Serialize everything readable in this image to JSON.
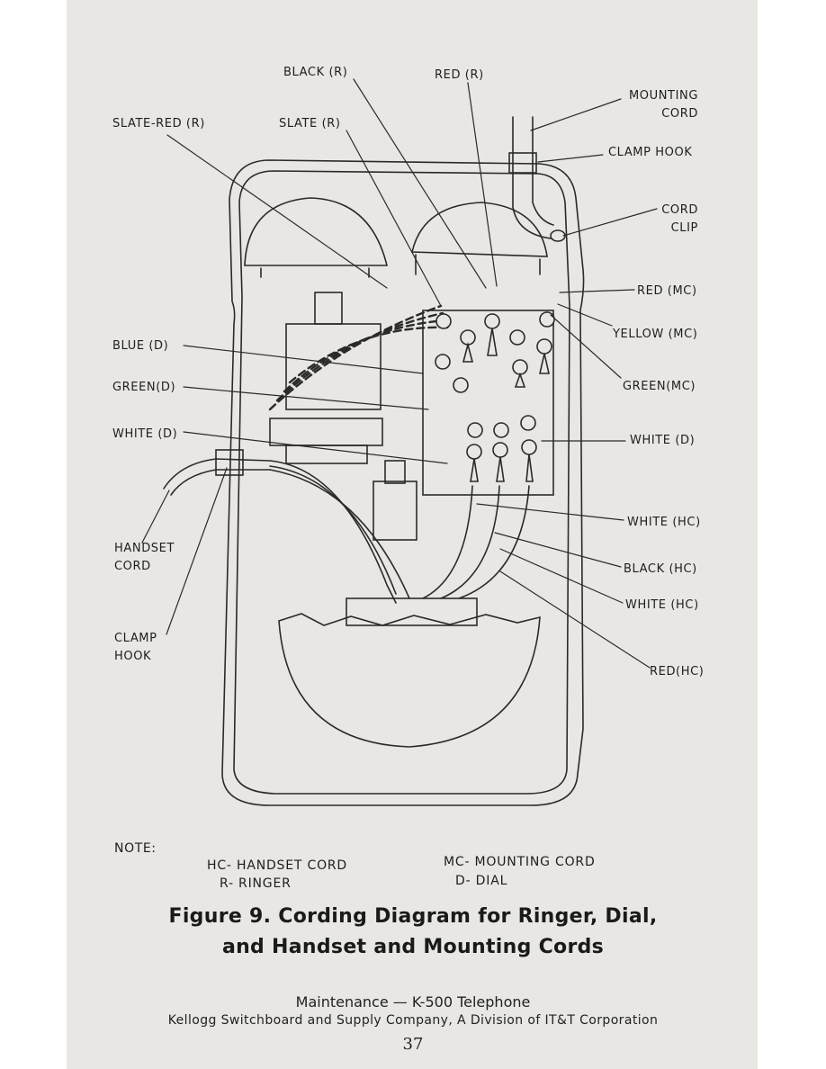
{
  "labels": {
    "black_r": "BLACK (R)",
    "red_r": "RED (R)",
    "mounting_cord": [
      "MOUNTING",
      "CORD"
    ],
    "slate_red_r": "SLATE-RED (R)",
    "slate_r": "SLATE (R)",
    "clamp_hook_top": "CLAMP HOOK",
    "cord_clip": [
      "CORD",
      "CLIP"
    ],
    "red_mc": "RED (MC)",
    "yellow_mc": "YELLOW (MC)",
    "blue_d": "BLUE (D)",
    "green_mc": "GREEN(MC)",
    "green_d": "GREEN(D)",
    "white_d_left": "WHITE (D)",
    "white_d_right": "WHITE (D)",
    "white_hc_1": "WHITE (HC)",
    "handset_cord": [
      "HANDSET",
      "CORD"
    ],
    "black_hc": "BLACK (HC)",
    "white_hc_2": "WHITE (HC)",
    "clamp_hook_bottom": [
      "CLAMP",
      "HOOK"
    ],
    "red_hc": "RED(HC)"
  },
  "note": {
    "heading": "NOTE:",
    "items": [
      "HC- HANDSET CORD",
      "R- RINGER",
      "MC- MOUNTING CORD",
      "D- DIAL"
    ]
  },
  "caption": {
    "line1": "Figure 9.  Cording Diagram for Ringer, Dial,",
    "line2": "and Handset and Mounting Cords"
  },
  "footer": {
    "line1": "Maintenance — K-500 Telephone",
    "line2": "Kellogg Switchboard and Supply Company, A Division of IT&T Corporation",
    "page_number": "37"
  }
}
